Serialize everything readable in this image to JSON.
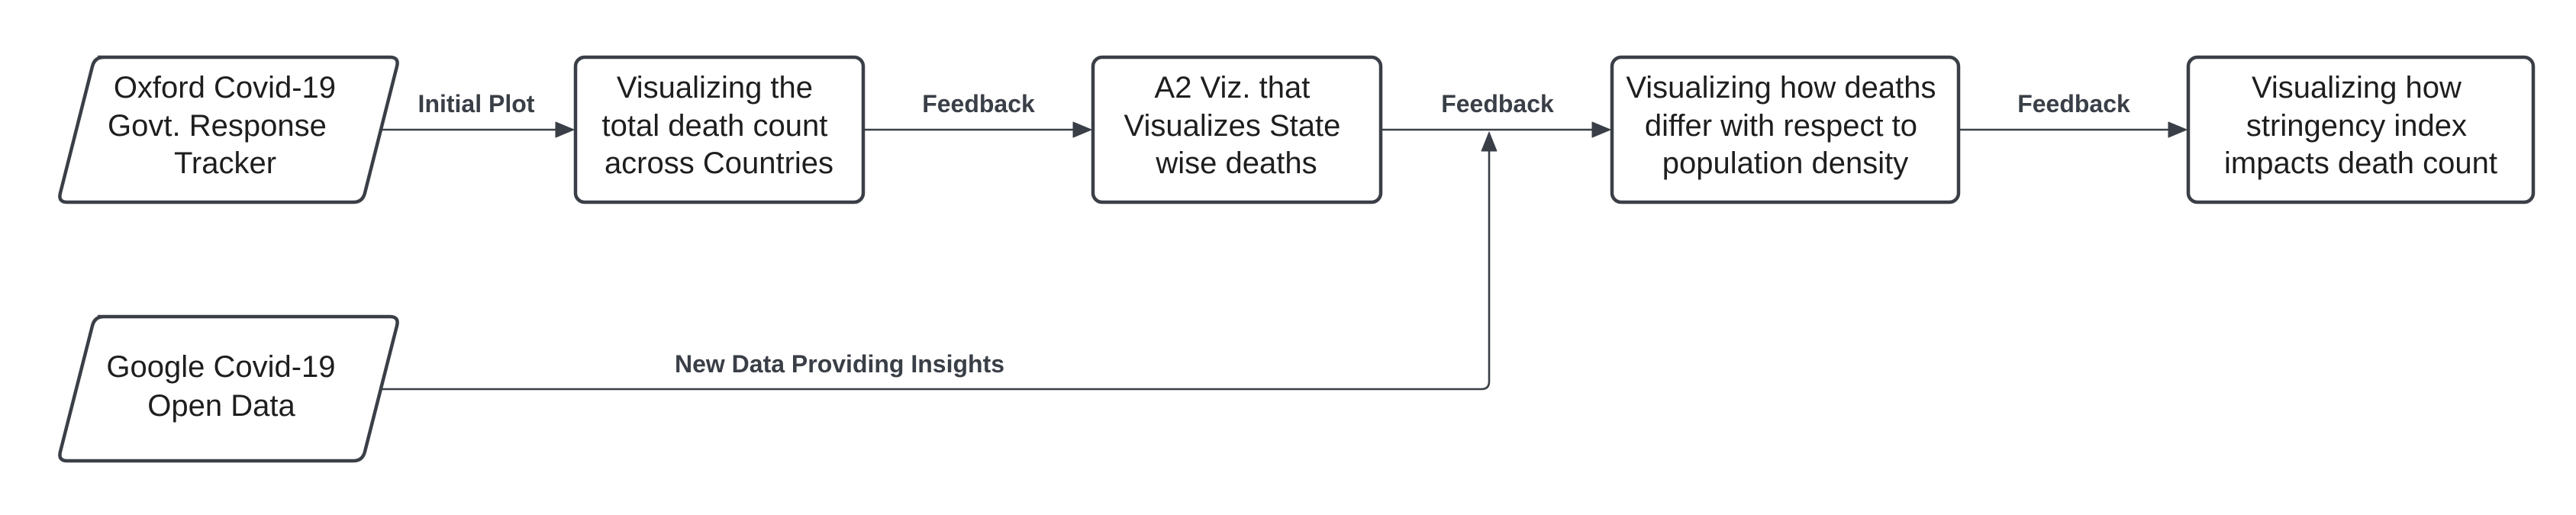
{
  "colors": {
    "stroke": "#3a3f47",
    "fill": "#ffffff",
    "text": "#1e1e1e",
    "background": "#ffffff"
  },
  "nodes": {
    "oxford": {
      "lines": [
        "Oxford Covid-19",
        "Govt. Response",
        "Tracker"
      ],
      "shape": "parallelogram"
    },
    "total_deaths": {
      "lines": [
        "Visualizing the",
        "total death count",
        "across Countries"
      ],
      "shape": "rounded-rectangle"
    },
    "a2_viz": {
      "lines": [
        "A2 Viz. that",
        "Visualizes State",
        "wise deaths"
      ],
      "shape": "rounded-rectangle"
    },
    "population_density": {
      "lines": [
        "Visualizing how deaths",
        "differ with respect to",
        "population density"
      ],
      "shape": "rounded-rectangle"
    },
    "stringency": {
      "lines": [
        "Visualizing how",
        "stringency index",
        "impacts death count"
      ],
      "shape": "rounded-rectangle"
    },
    "google": {
      "lines": [
        "Google Covid-19",
        "Open Data"
      ],
      "shape": "parallelogram"
    }
  },
  "edges": {
    "initial_plot": {
      "from": "oxford",
      "to": "total_deaths",
      "label": "Initial Plot"
    },
    "feedback_1": {
      "from": "total_deaths",
      "to": "a2_viz",
      "label": "Feedback"
    },
    "feedback_2": {
      "from": "a2_viz",
      "to": "population_density",
      "label": "Feedback"
    },
    "feedback_3": {
      "from": "population_density",
      "to": "stringency",
      "label": "Feedback"
    },
    "new_data": {
      "from": "google",
      "to": "feedback_2",
      "label": "New Data Providing Insights"
    }
  }
}
